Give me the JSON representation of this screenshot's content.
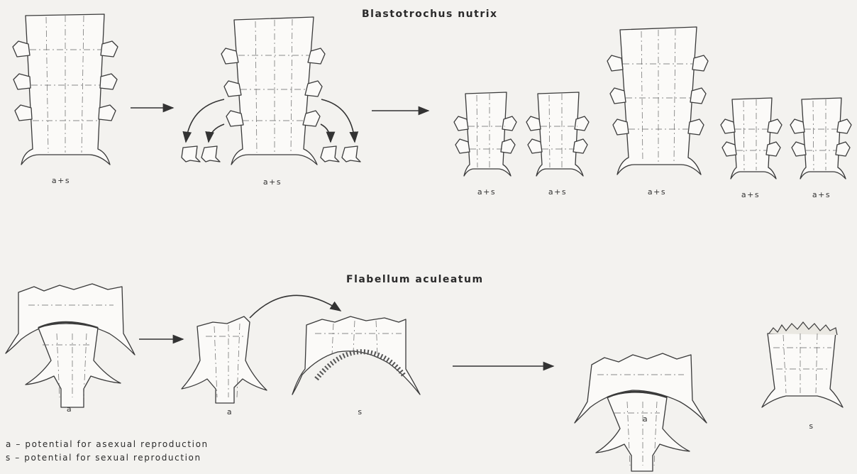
{
  "diagram": {
    "top_title": "Blastotrochus nutrix",
    "bottom_title": "Flabellum aculeatum",
    "top_labels": [
      "a+s",
      "a+s",
      "a+s",
      "a+s",
      "a+s",
      "a+s",
      "a+s"
    ],
    "bottom_labels": [
      "a",
      "a",
      "s",
      "a",
      "s"
    ],
    "legend": [
      "a  –  potential for asexual reproduction",
      "s  –  potential for sexual reproduction"
    ]
  }
}
